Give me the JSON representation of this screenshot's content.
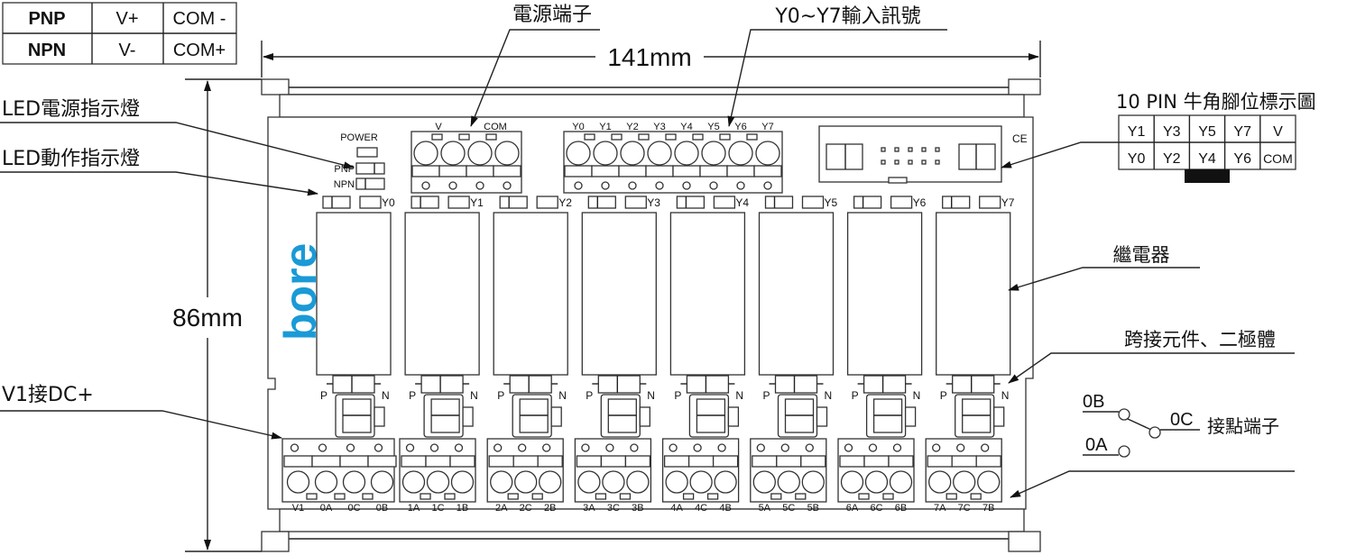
{
  "legend_table": {
    "rows": [
      {
        "type": "PNP",
        "v": "V+",
        "com": "COM -"
      },
      {
        "type": "NPN",
        "v": "V-",
        "com": "COM+"
      }
    ]
  },
  "dimensions": {
    "width": "141mm",
    "height": "86mm"
  },
  "callouts": {
    "power_terminal": "電源端子",
    "input_signal": "Y0~Y7輸入訊號",
    "led_power": "LED電源指示燈",
    "led_action": "LED動作指示燈",
    "v1_dc": "V1接DC+",
    "pin_map_title": "10 PIN 牛角腳位標示圖",
    "relay": "繼電器",
    "jumper_diode": "跨接元件、二極體",
    "contact_terminal": "接點端子"
  },
  "pin_map": {
    "top_row": [
      "Y1",
      "Y3",
      "Y5",
      "Y7",
      "V"
    ],
    "bottom_row": [
      "Y0",
      "Y2",
      "Y4",
      "Y6",
      "COM"
    ]
  },
  "contact_symbol": {
    "b": "0B",
    "c": "0C",
    "a": "0A"
  },
  "board": {
    "logo": "bore",
    "logo_color": "#1a9ad6",
    "power_label": "POWER",
    "pnp_label": "PNP",
    "npn_label": "NPN",
    "ce_mark": "CE",
    "power_terminal_labels": {
      "v": "V",
      "com": "COM"
    },
    "input_terminal_labels": [
      "Y0",
      "Y1",
      "Y2",
      "Y3",
      "Y4",
      "Y5",
      "Y6",
      "Y7"
    ],
    "channel_labels": [
      "Y0",
      "Y1",
      "Y2",
      "Y3",
      "Y4",
      "Y5",
      "Y6",
      "Y7"
    ],
    "diode_p": "P",
    "diode_n": "N",
    "output_terminal_labels": [
      [
        "V1",
        "0A",
        "0C",
        "0B"
      ],
      [
        "1A",
        "1C",
        "1B"
      ],
      [
        "2A",
        "2C",
        "2B"
      ],
      [
        "3A",
        "3C",
        "3B"
      ],
      [
        "4A",
        "4C",
        "4B"
      ],
      [
        "5A",
        "5C",
        "5B"
      ],
      [
        "6A",
        "6C",
        "6B"
      ],
      [
        "7A",
        "7C",
        "7B"
      ]
    ]
  }
}
